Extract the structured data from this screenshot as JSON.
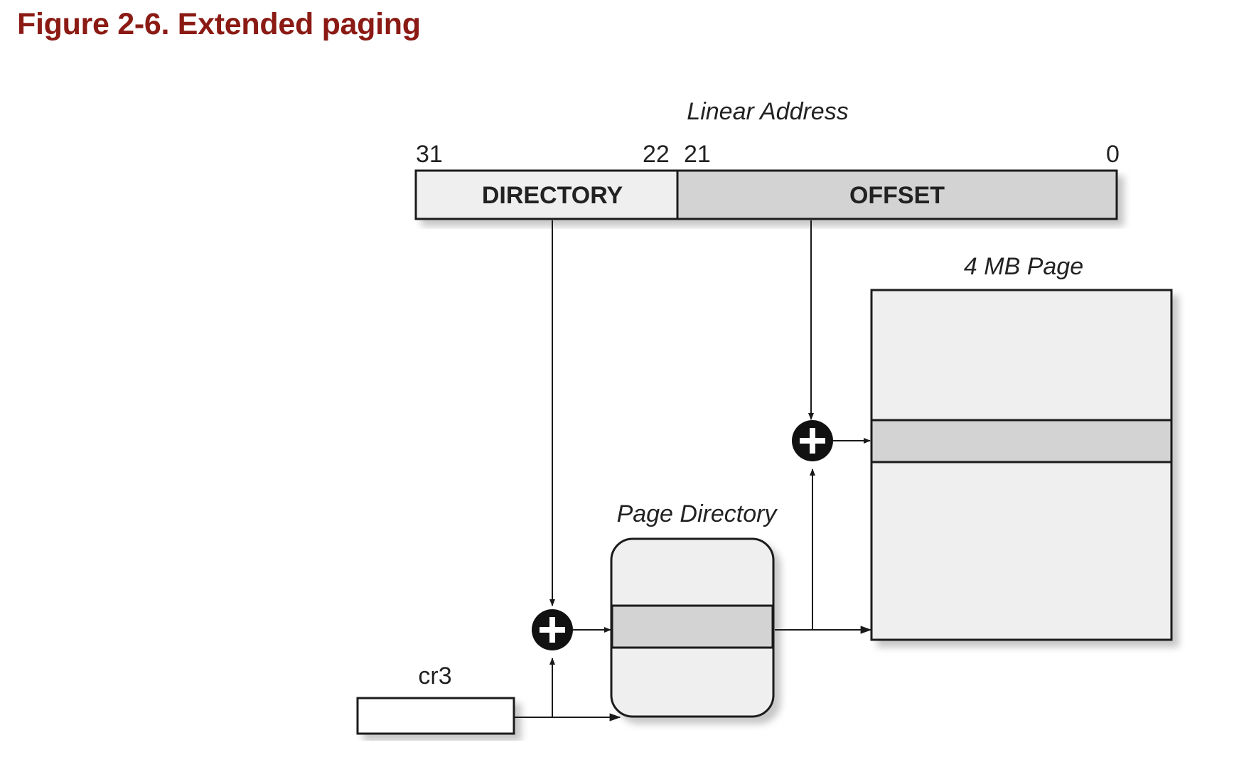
{
  "title": "Figure 2-6. Extended paging",
  "linear_address": {
    "label": "Linear Address",
    "bit_31": "31",
    "bit_22": "22",
    "bit_21": "21",
    "bit_0": "0",
    "directory_field": "DIRECTORY",
    "offset_field": "OFFSET"
  },
  "page_label": "4 MB Page",
  "page_directory_label": "Page Directory",
  "register_label": "cr3",
  "colors": {
    "title": "#8b1a14",
    "light_fill": "#efefef",
    "entry_fill": "#d3d3d3",
    "stroke": "#1a1a1a"
  }
}
